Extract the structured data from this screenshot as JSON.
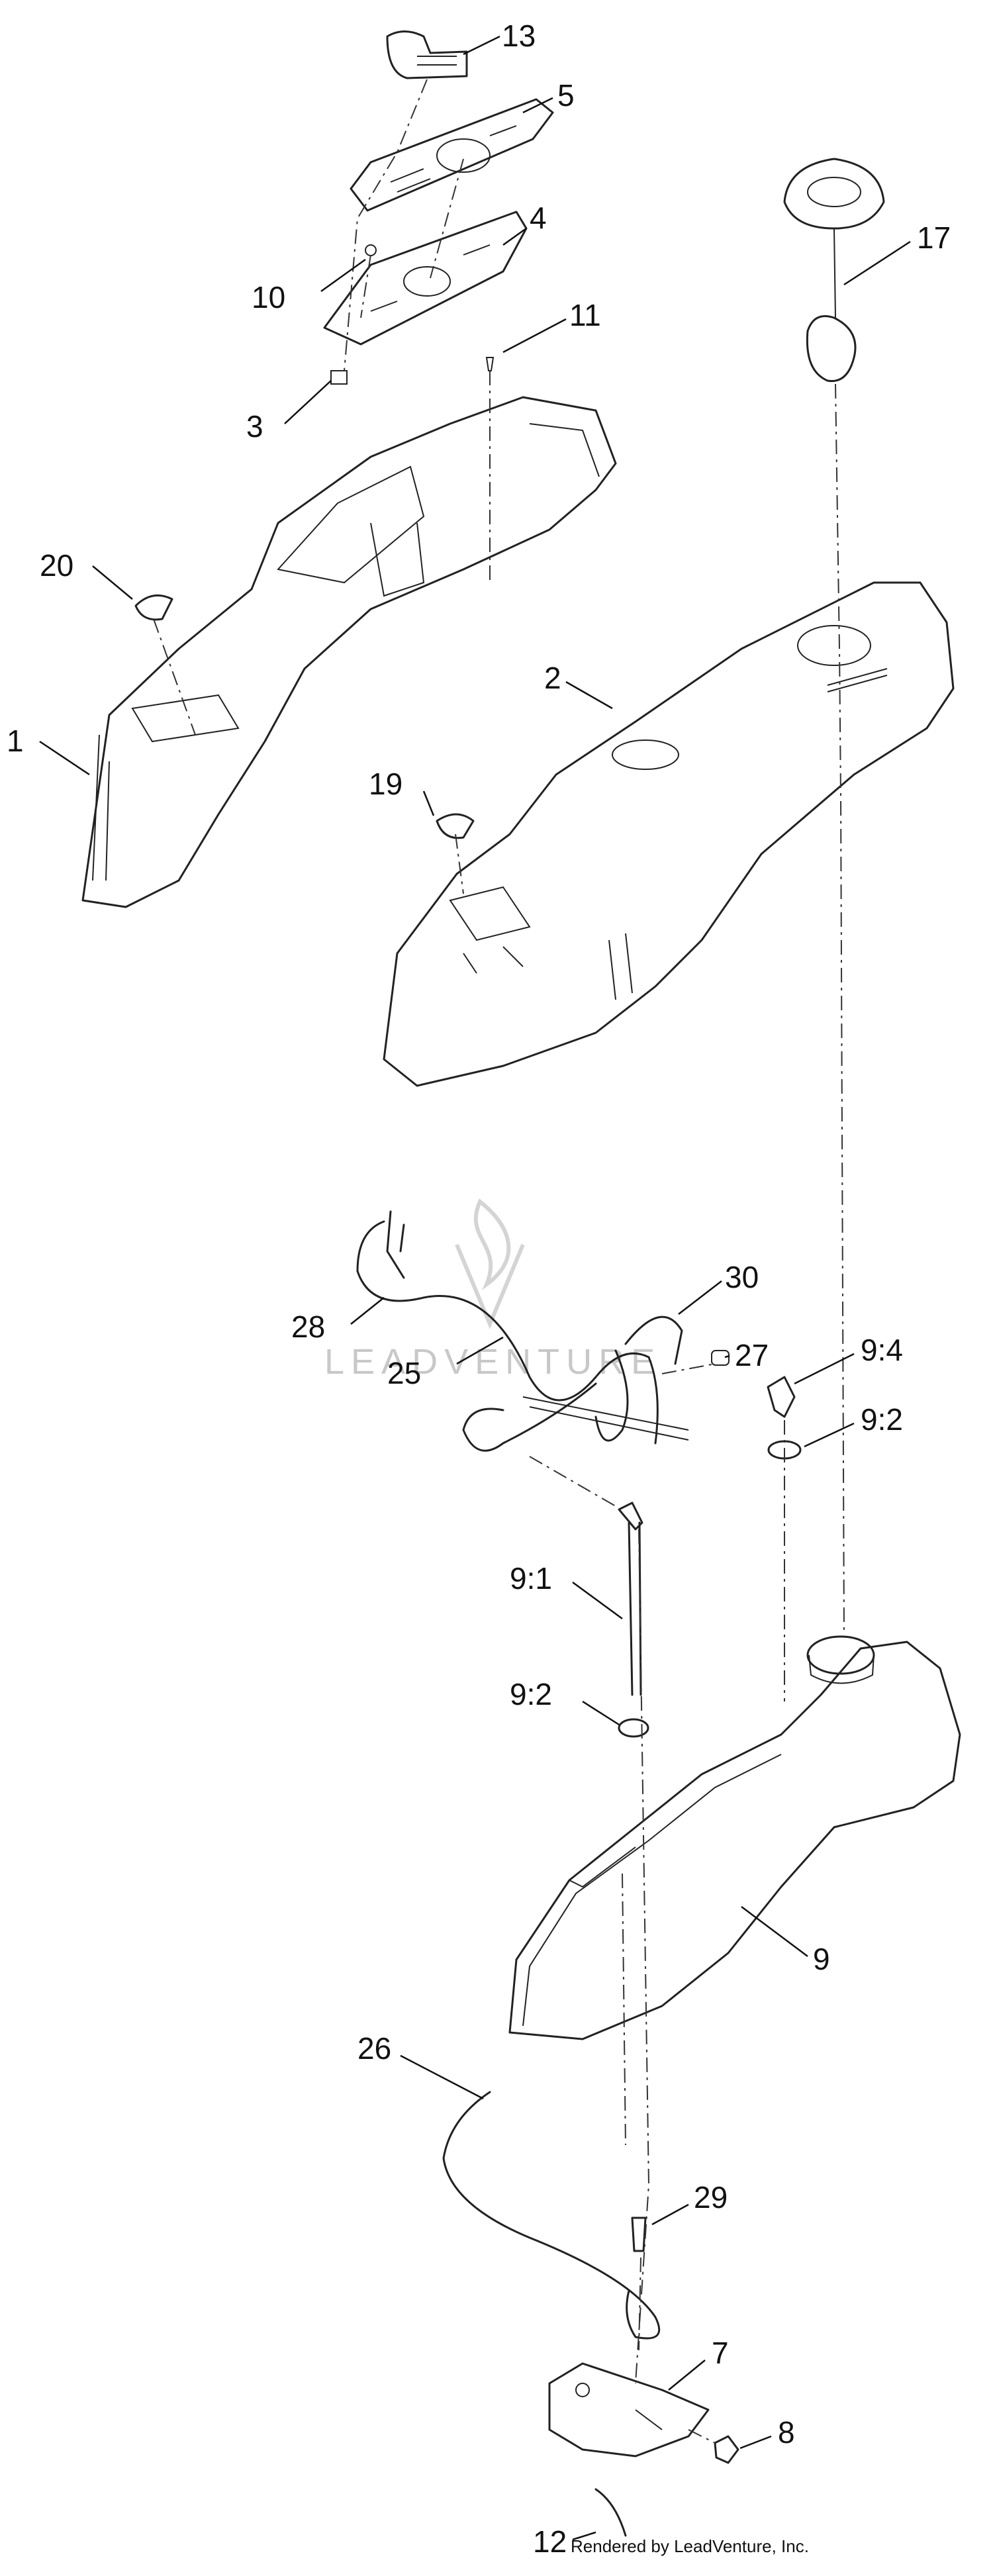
{
  "watermark": "LEADVENTURE",
  "credit": "Rendered by LeadVenture, Inc.",
  "colors": {
    "line": "#222222",
    "background": "#ffffff",
    "watermark": "#c8c8c8"
  },
  "callouts": {
    "c13": "13",
    "c5": "5",
    "c4": "4",
    "c10": "10",
    "c11": "11",
    "c3": "3",
    "c20": "20",
    "c1": "1",
    "c17": "17",
    "c2": "2",
    "c19": "19",
    "c28": "28",
    "c25": "25",
    "c30": "30",
    "c27": "27",
    "c9_4": "9:4",
    "c9_2a": "9:2",
    "c9_1": "9:1",
    "c9_2b": "9:2",
    "c9": "9",
    "c26": "26",
    "c29": "29",
    "c7": "7",
    "c8": "8",
    "c12": "12"
  }
}
